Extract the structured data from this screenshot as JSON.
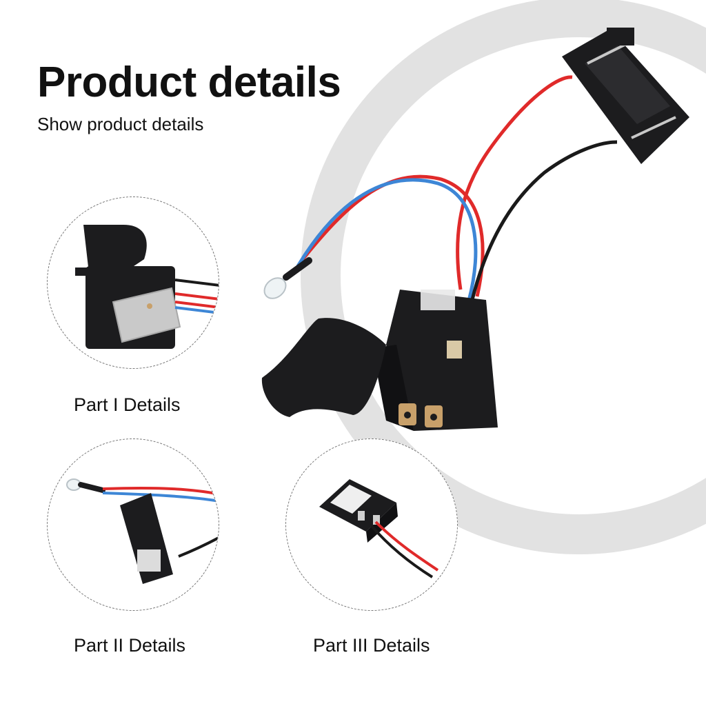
{
  "header": {
    "title": "Product details",
    "subtitle": "Show product details"
  },
  "details": [
    {
      "caption": "Part I Details"
    },
    {
      "caption": "Part II Details"
    },
    {
      "caption": "Part III Details"
    }
  ],
  "colors": {
    "background": "#ffffff",
    "arc": "#e2e2e2",
    "plastic": "#1c1c1e",
    "wire_red": "#e02a2a",
    "wire_blue": "#3d86d6",
    "wire_black": "#1a1a1a",
    "plate": "#c9c9c9",
    "terminal": "#c8a06a"
  }
}
